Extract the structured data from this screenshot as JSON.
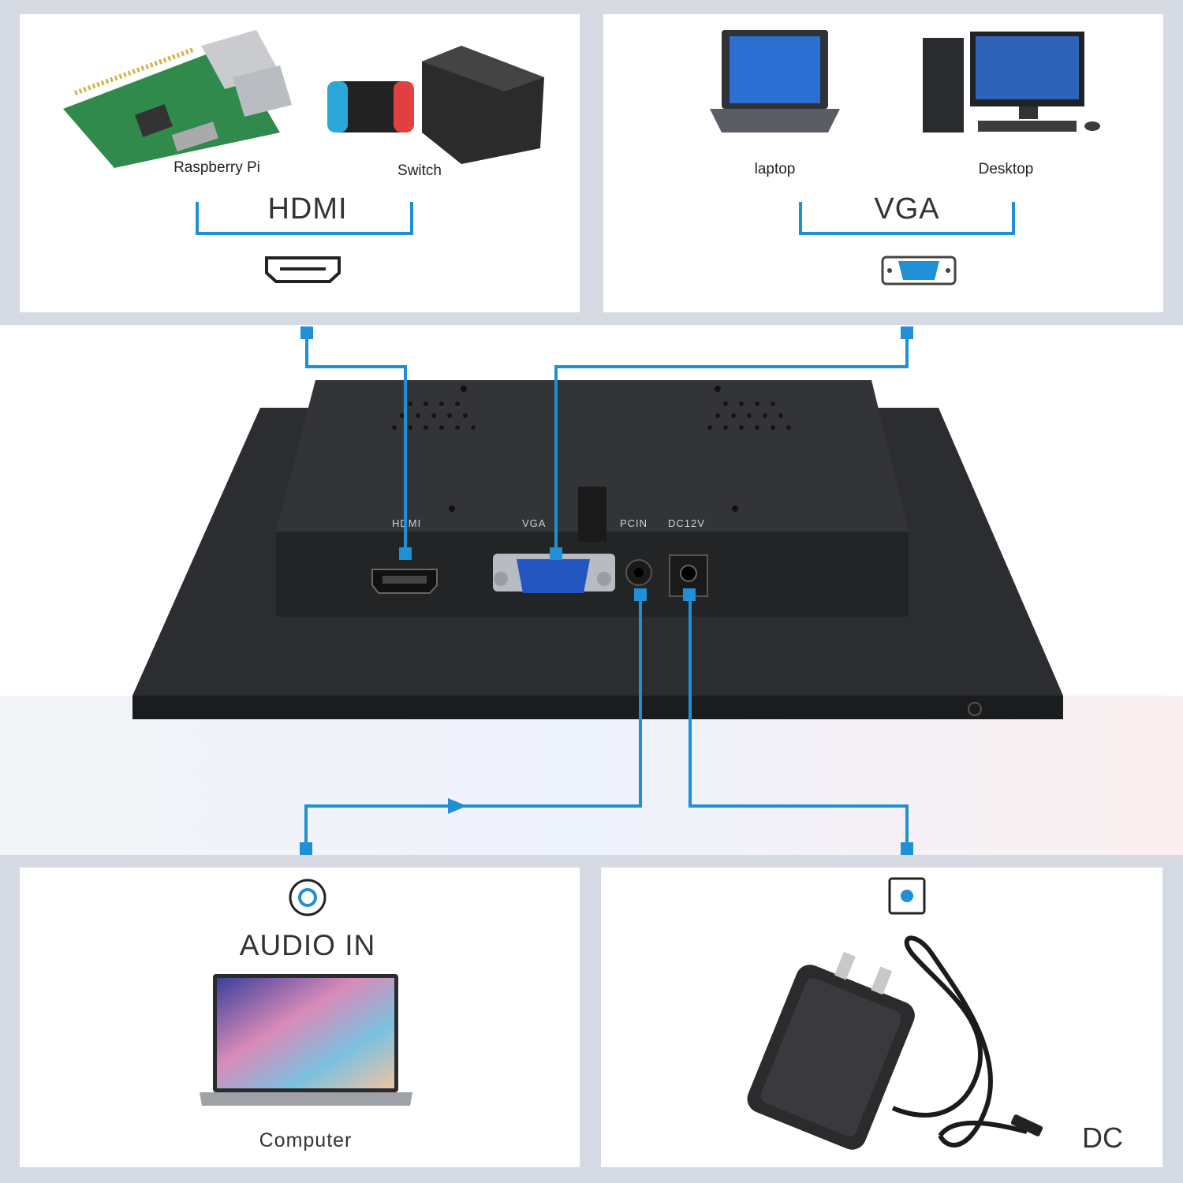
{
  "hdmi_panel": {
    "devices": [
      "Raspberry Pi",
      "Switch"
    ],
    "port_name": "HDMI"
  },
  "vga_panel": {
    "devices": [
      "laptop",
      "Desktop"
    ],
    "port_name": "VGA"
  },
  "monitor": {
    "port_labels": [
      "HDMI",
      "VGA",
      "PCIN",
      "DC12V"
    ]
  },
  "audio_panel": {
    "port_name": "AUDIO IN",
    "device": "Computer"
  },
  "dc_panel": {
    "port_name": "DC"
  },
  "colors": {
    "accent_blue": "#1f8fd6",
    "background": "#d6dbe3",
    "monitor_black": "#2a2b2e"
  },
  "icons": [
    "hdmi-port-icon",
    "vga-port-icon",
    "audio-jack-icon",
    "dc-jack-icon"
  ]
}
